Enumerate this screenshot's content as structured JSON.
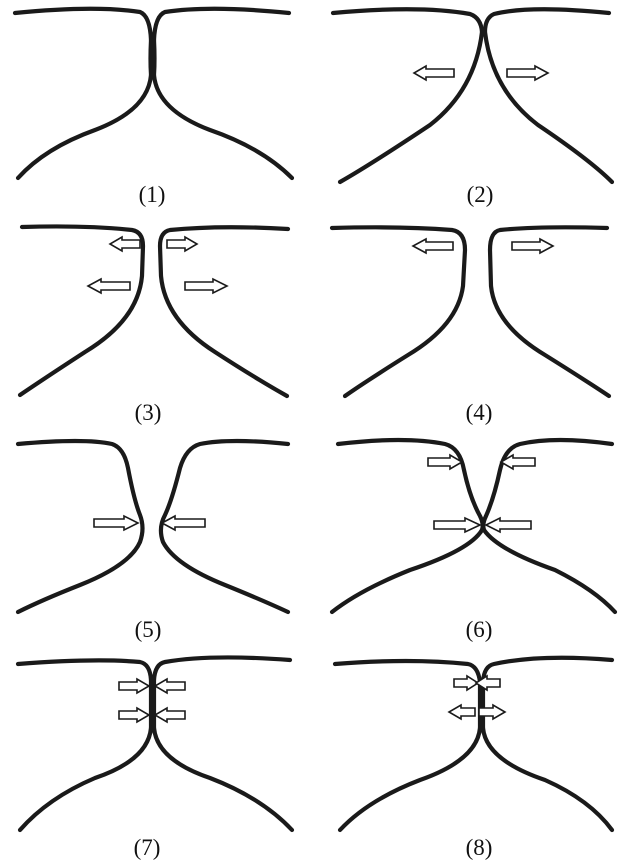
{
  "panels": [
    {
      "id": "1",
      "caption": "(1)"
    },
    {
      "id": "2",
      "caption": "(2)"
    },
    {
      "id": "3",
      "caption": "(3)"
    },
    {
      "id": "4",
      "caption": "(4)"
    },
    {
      "id": "5",
      "caption": "(5)"
    },
    {
      "id": "6",
      "caption": "(6)"
    },
    {
      "id": "7",
      "caption": "(7)"
    },
    {
      "id": "8",
      "caption": "(8)"
    }
  ],
  "colors": {
    "stroke": "#1a1a1a",
    "arrow_fill": "#ffffff",
    "background": "#ffffff"
  },
  "icons": {
    "arrow_left": "hollow-arrow-left-icon",
    "arrow_right": "hollow-arrow-right-icon"
  }
}
